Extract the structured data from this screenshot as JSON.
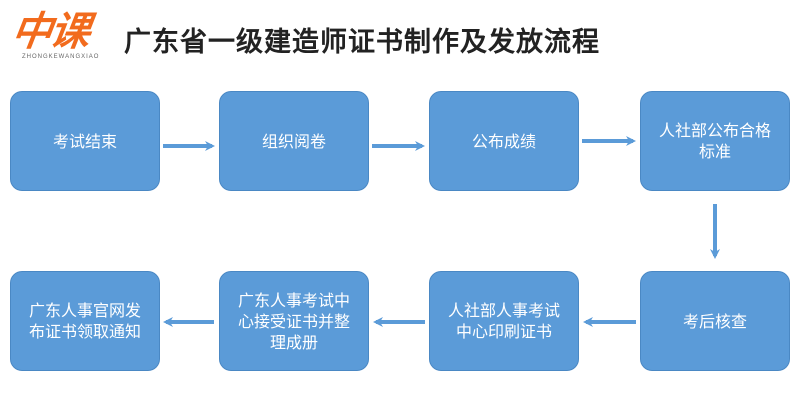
{
  "logo": {
    "main": "中课",
    "sub": "ZHONGKEWANGXIAO"
  },
  "title": "广东省一级建造师证书制作及发放流程",
  "colors": {
    "box_fill": "#5b9bd8",
    "box_border": "#4a88c4",
    "arrow": "#5b9bd8",
    "logo": "#f26b1d"
  },
  "steps": [
    {
      "label": "考试结束"
    },
    {
      "label": "组织阅卷"
    },
    {
      "label": "公布成绩"
    },
    {
      "label": "人社部公布合格标准"
    },
    {
      "label": "考后核查"
    },
    {
      "label": "人社部人事考试中心印刷证书"
    },
    {
      "label": "广东人事考试中心接受证书并整理成册"
    },
    {
      "label": "广东人事官网发布证书领取通知"
    }
  ]
}
